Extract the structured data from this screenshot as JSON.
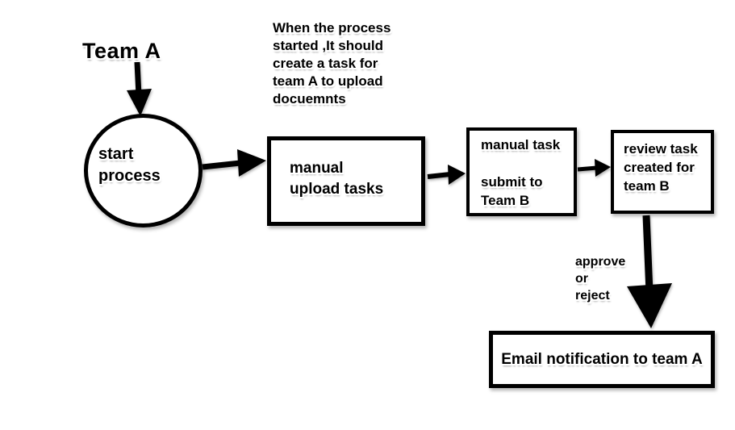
{
  "diagram": {
    "actor_label": "Team A",
    "annotation_lines": [
      "When the process",
      "started ,It should",
      "create a task for",
      "team A to upload",
      "docuemnts"
    ],
    "nodes": {
      "start_process": {
        "lines": [
          "start",
          "process"
        ]
      },
      "manual_upload": {
        "lines": [
          "manual",
          "upload tasks"
        ]
      },
      "manual_submit": {
        "lines": [
          "manual task",
          "",
          "submit to",
          "Team B"
        ]
      },
      "review_task": {
        "lines": [
          "review task",
          "created for",
          "team B"
        ]
      },
      "email_notification": {
        "label": "Email notification to team A"
      }
    },
    "edge_labels": {
      "approve_reject": {
        "lines": [
          "approve",
          "or",
          "reject"
        ]
      }
    },
    "colors": {
      "stroke": "#000000",
      "background": "#ffffff"
    }
  }
}
